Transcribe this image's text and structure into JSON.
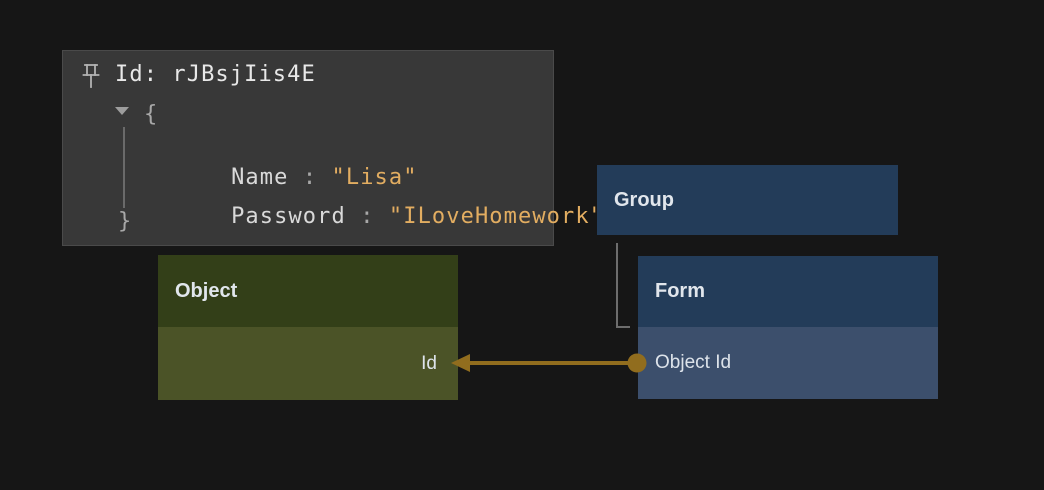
{
  "canvas": {
    "background": "#161616"
  },
  "tooltip": {
    "id_label": "Id: rJBsjIis4E",
    "tree": {
      "open_brace": "{",
      "close_brace": "}",
      "fields": [
        {
          "key": "Name",
          "sep": " : ",
          "value": "\"Lisa\""
        },
        {
          "key": "Password",
          "sep": " : ",
          "value": "\"ILoveHomework\""
        }
      ]
    },
    "panel_color": "#383838",
    "string_color": "#e2ad61"
  },
  "nodes": {
    "group": {
      "title": "Group",
      "header_color": "#233c59"
    },
    "form": {
      "title": "Form",
      "header_color": "#233c59",
      "body_color": "#3c4f6c",
      "fields": [
        {
          "label": "Object Id"
        }
      ]
    },
    "object": {
      "title": "Object",
      "header_color": "#333f18",
      "body_color": "#4b5327",
      "fields": [
        {
          "label": "Id"
        }
      ]
    }
  },
  "edge": {
    "from_field": "Object Id",
    "to_field": "Id",
    "color": "#916d1e"
  },
  "connector": {
    "color": "#6d6d6d"
  }
}
